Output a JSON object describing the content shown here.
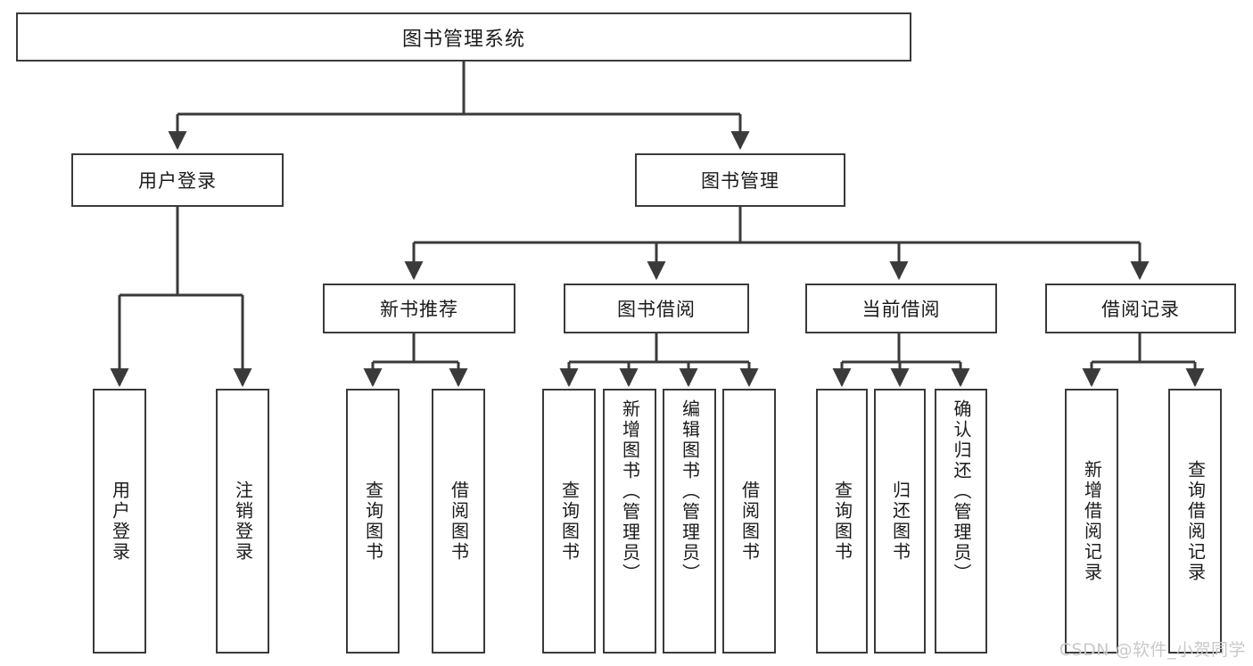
{
  "diagram": {
    "title": "图书管理系统",
    "type": "tree",
    "watermark": "CSDN @软件_小贺同学",
    "colors": {
      "stroke": "#3a3a3a",
      "fill": "#ffffff",
      "text": "#1b1b1b",
      "watermark": "#c9c9c9"
    }
  },
  "nodes": {
    "root": {
      "label": "图书管理系统"
    },
    "level1": [
      {
        "label": "用户登录"
      },
      {
        "label": "图书管理"
      }
    ],
    "level2": [
      {
        "label": "新书推荐"
      },
      {
        "label": "图书借阅"
      },
      {
        "label": "当前借阅"
      },
      {
        "label": "借阅记录"
      }
    ],
    "leaves": {
      "user_login": [
        {
          "label": "用户登录"
        },
        {
          "label": "注销登录"
        }
      ],
      "new_book": [
        {
          "label": "查询图书"
        },
        {
          "label": "借阅图书"
        }
      ],
      "book_borrow": [
        {
          "label": "查询图书"
        },
        {
          "label": "新增图书（管理员）"
        },
        {
          "label": "编辑图书（管理员）"
        },
        {
          "label": "借阅图书"
        }
      ],
      "current_borrow": [
        {
          "label": "查询图书"
        },
        {
          "label": "归还图书"
        },
        {
          "label": "确认归还（管理员）"
        }
      ],
      "borrow_record": [
        {
          "label": "新增借阅记录"
        },
        {
          "label": "查询借阅记录"
        }
      ]
    }
  }
}
